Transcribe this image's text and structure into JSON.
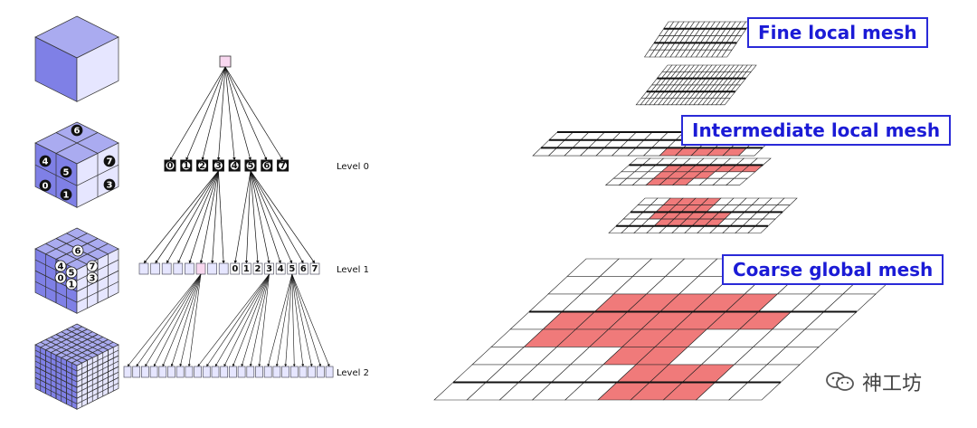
{
  "tree": {
    "levels": [
      "Level 0",
      "Level 1",
      "Level 2"
    ],
    "level0_children": [
      "0",
      "1",
      "2",
      "3",
      "4",
      "5",
      "6",
      "7"
    ],
    "level1_children": [
      "0",
      "1",
      "2",
      "3",
      "4",
      "5",
      "6",
      "7"
    ]
  },
  "cubes": {
    "level1_labels": [
      "6",
      "4",
      "5",
      "7",
      "0",
      "1",
      "3"
    ],
    "level2_labels": [
      "6",
      "4",
      "5",
      "7",
      "0",
      "1",
      "3"
    ]
  },
  "mesh_labels": {
    "fine": "Fine local mesh",
    "intermediate": "Intermediate local mesh",
    "coarse": "Coarse global mesh"
  },
  "colors": {
    "mesh_highlight": "#f07a7a",
    "label_border": "#2a2ad8",
    "label_text": "#1b1bd6",
    "cube_front": "#7f80e6",
    "cube_side": "#e6e6ff",
    "cube_top": "#aaabf0",
    "root_node": "#f8d7ef"
  },
  "watermark": {
    "text": "神工坊",
    "icon": "wechat-logo-icon"
  }
}
